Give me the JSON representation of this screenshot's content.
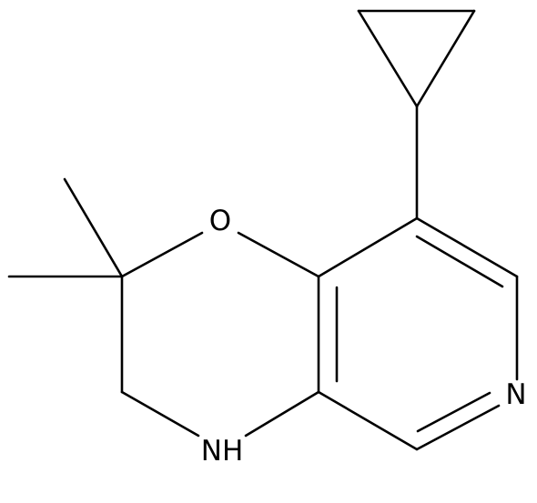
{
  "atoms": {
    "oxygen": "O",
    "nitrogen_ring": "N",
    "amine": "NH"
  },
  "colors": {
    "background": "#ffffff",
    "bond": "#000000",
    "label": "#000000"
  }
}
